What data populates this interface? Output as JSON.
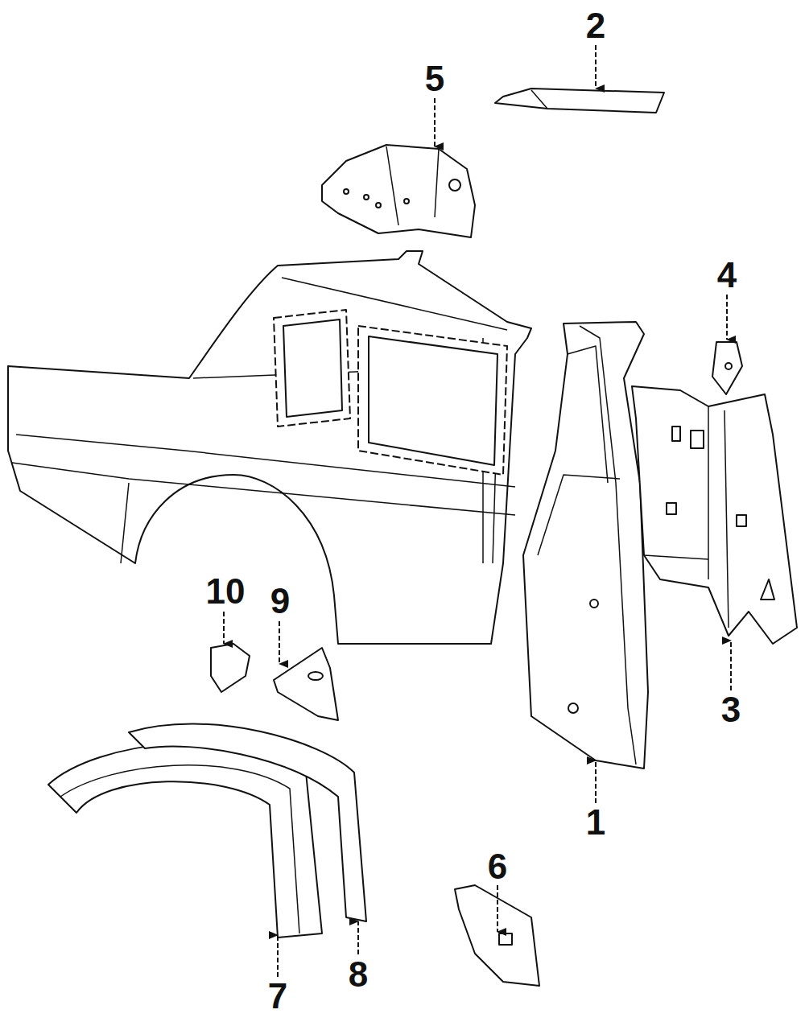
{
  "diagram": {
    "labels": [
      "2",
      "5",
      "4",
      "10",
      "9",
      "3",
      "1",
      "6",
      "7",
      "8"
    ]
  }
}
